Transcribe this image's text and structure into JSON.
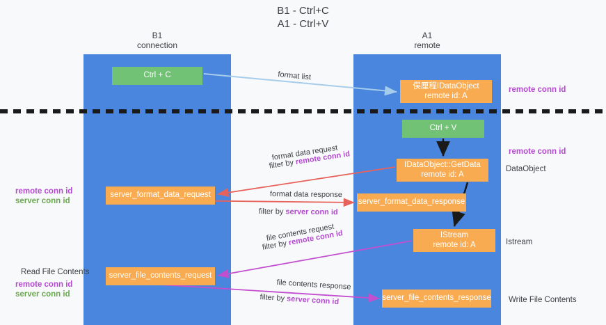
{
  "title": "B1 - Ctrl+C\nA1 - Ctrl+V",
  "lanes": [
    {
      "id": "b1",
      "heading": "B1\nconnection"
    },
    {
      "id": "a1",
      "heading": "A1\nremote"
    }
  ],
  "nodes": {
    "ctrl_c": "Ctrl + C",
    "idataobject": "俣厘程IDataObject\nremote id: A",
    "ctrl_v": "Ctrl + V",
    "getdata": "IDataObject::GetData\nremote id: A",
    "format_data_request": "server_format_data_request",
    "format_data_response": "server_format_data_response",
    "istream": "IStream\nremote id: A",
    "file_contents_request": "server_file_contents_request",
    "file_contents_response": "server_file_contents_response"
  },
  "side_labels": {
    "right_remote_conn_1": "remote conn id",
    "right_remote_conn_2": "remote conn id",
    "right_dataobject": "DataObject",
    "right_istream": "Istream",
    "right_write_file": "Write File Contents",
    "left_remote_conn": "remote conn id",
    "left_server_conn": "server conn id",
    "left_read_file": "Read File Contents",
    "left_remote_conn_2": "remote conn id",
    "left_server_conn_2": "server conn id"
  },
  "arrow_labels": {
    "format_list": "format list",
    "format_data_request": "format data request",
    "format_data_request_filter_prefix": "filter by ",
    "format_data_request_filter_key": "remote conn id",
    "format_data_response": "format data response",
    "format_data_response_filter_prefix": "filter by ",
    "format_data_response_filter_key": "server conn id",
    "file_contents_request": "file contents request",
    "file_contents_request_filter_prefix": "filter by ",
    "file_contents_request_filter_key": "remote conn id",
    "file_contents_response": "file contents response",
    "file_contents_response_filter_prefix": "filter by ",
    "file_contents_response_filter_key": "server conn id"
  },
  "colors": {
    "lane": "#4a86dd",
    "green_node": "#72c276",
    "orange_node": "#f9ab52",
    "purple_text": "#b44ad0",
    "green_text": "#6aa84f",
    "light_blue_arrow": "#a5cdeb",
    "red_arrow": "#e8625c",
    "magenta_arrow": "#c24fd0",
    "black_arrow": "#1a1a1a",
    "divider": "#1a1a1a",
    "background": "#f8f9fa"
  }
}
